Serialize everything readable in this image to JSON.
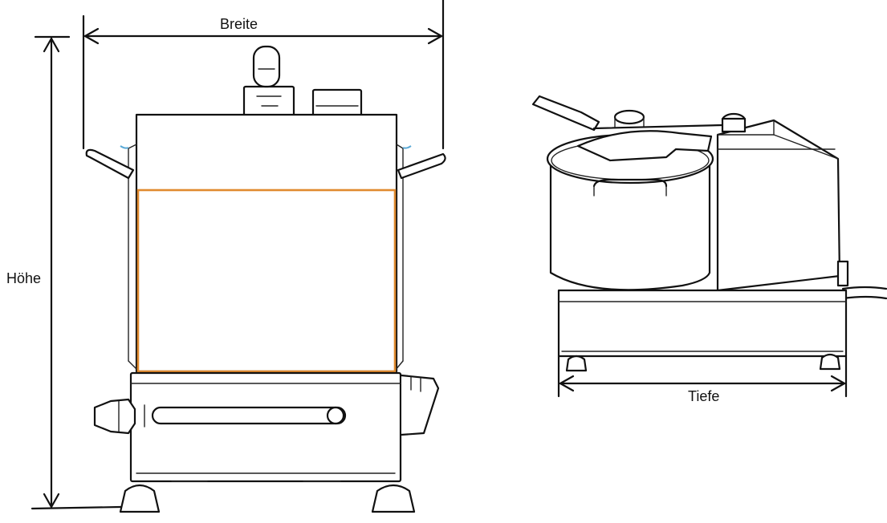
{
  "labels": {
    "width": "Breite",
    "height": "Höhe",
    "depth": "Tiefe"
  },
  "colors": {
    "line": "#111111",
    "highlight": "#e08a2e",
    "background": "#ffffff",
    "accent_blue": "#5aa9d6"
  }
}
